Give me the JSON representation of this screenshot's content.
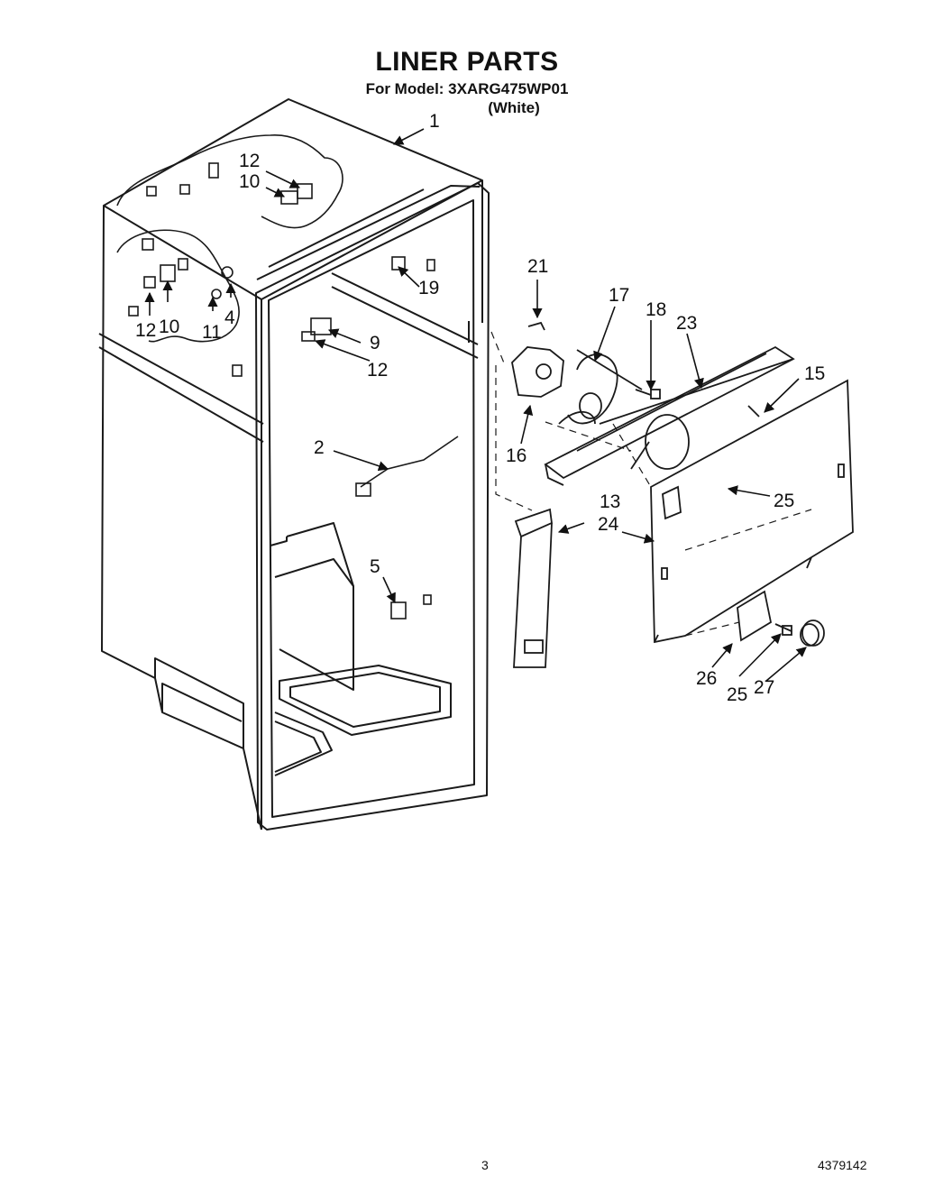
{
  "header": {
    "title": "LINER PARTS",
    "model": "For Model: 3XARG475WP01",
    "color": "(White)"
  },
  "callouts": [
    {
      "id": "c1",
      "label": "1"
    },
    {
      "id": "c12a",
      "label": "12"
    },
    {
      "id": "c10a",
      "label": "10"
    },
    {
      "id": "c12b",
      "label": "12"
    },
    {
      "id": "c10b",
      "label": "10"
    },
    {
      "id": "c11",
      "label": "11"
    },
    {
      "id": "c4",
      "label": "4"
    },
    {
      "id": "c19",
      "label": "19"
    },
    {
      "id": "c9",
      "label": "9"
    },
    {
      "id": "c12c",
      "label": "12"
    },
    {
      "id": "c2",
      "label": "2"
    },
    {
      "id": "c5",
      "label": "5"
    },
    {
      "id": "c21",
      "label": "21"
    },
    {
      "id": "c17",
      "label": "17"
    },
    {
      "id": "c18",
      "label": "18"
    },
    {
      "id": "c23",
      "label": "23"
    },
    {
      "id": "c15",
      "label": "15"
    },
    {
      "id": "c16",
      "label": "16"
    },
    {
      "id": "c25a",
      "label": "25"
    },
    {
      "id": "c13",
      "label": "13"
    },
    {
      "id": "c24",
      "label": "24"
    },
    {
      "id": "c26",
      "label": "26"
    },
    {
      "id": "c25b",
      "label": "25"
    },
    {
      "id": "c27",
      "label": "27"
    }
  ],
  "footer": {
    "page_number": "3",
    "document_number": "4379142"
  },
  "colors": {
    "line": "#1a1a1a",
    "background": "#ffffff"
  }
}
